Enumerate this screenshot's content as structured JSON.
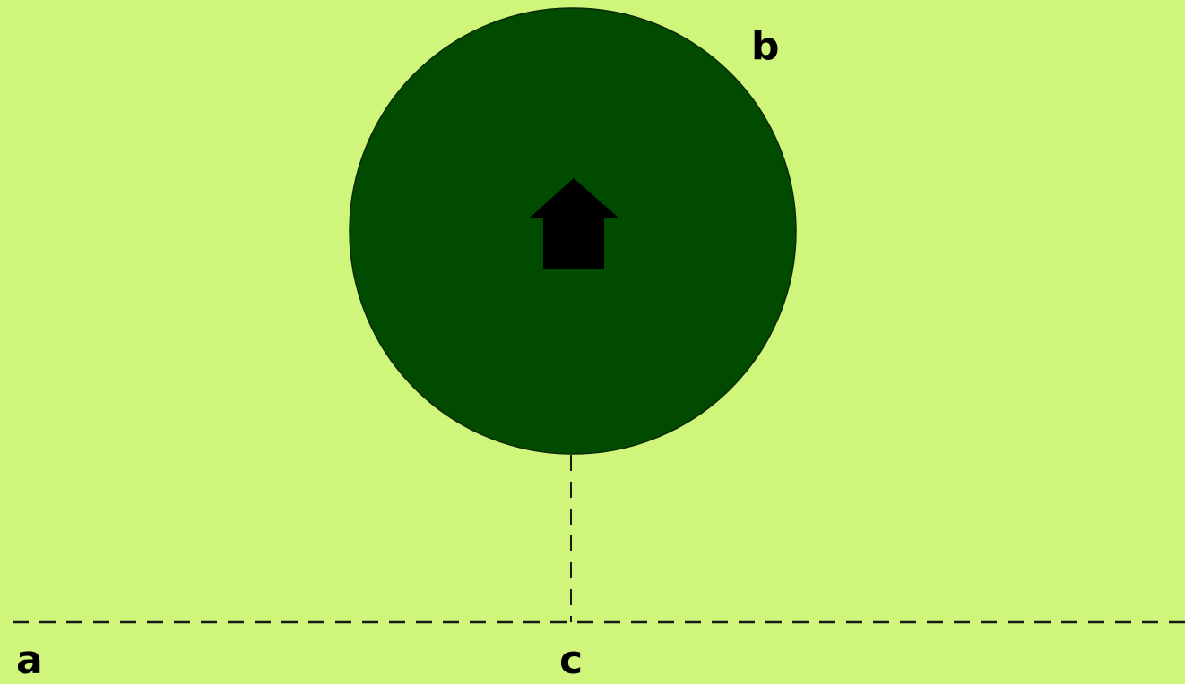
{
  "diagram": {
    "labels": {
      "a": "a",
      "b": "b",
      "c": "c"
    },
    "colors": {
      "background": "#cff57a",
      "circle_fill": "#004b00",
      "circle_stroke": "#0a2a0a",
      "house": "#000000",
      "dashed_line": "#1a1a1a"
    },
    "icons": {
      "center": "house-icon"
    }
  }
}
